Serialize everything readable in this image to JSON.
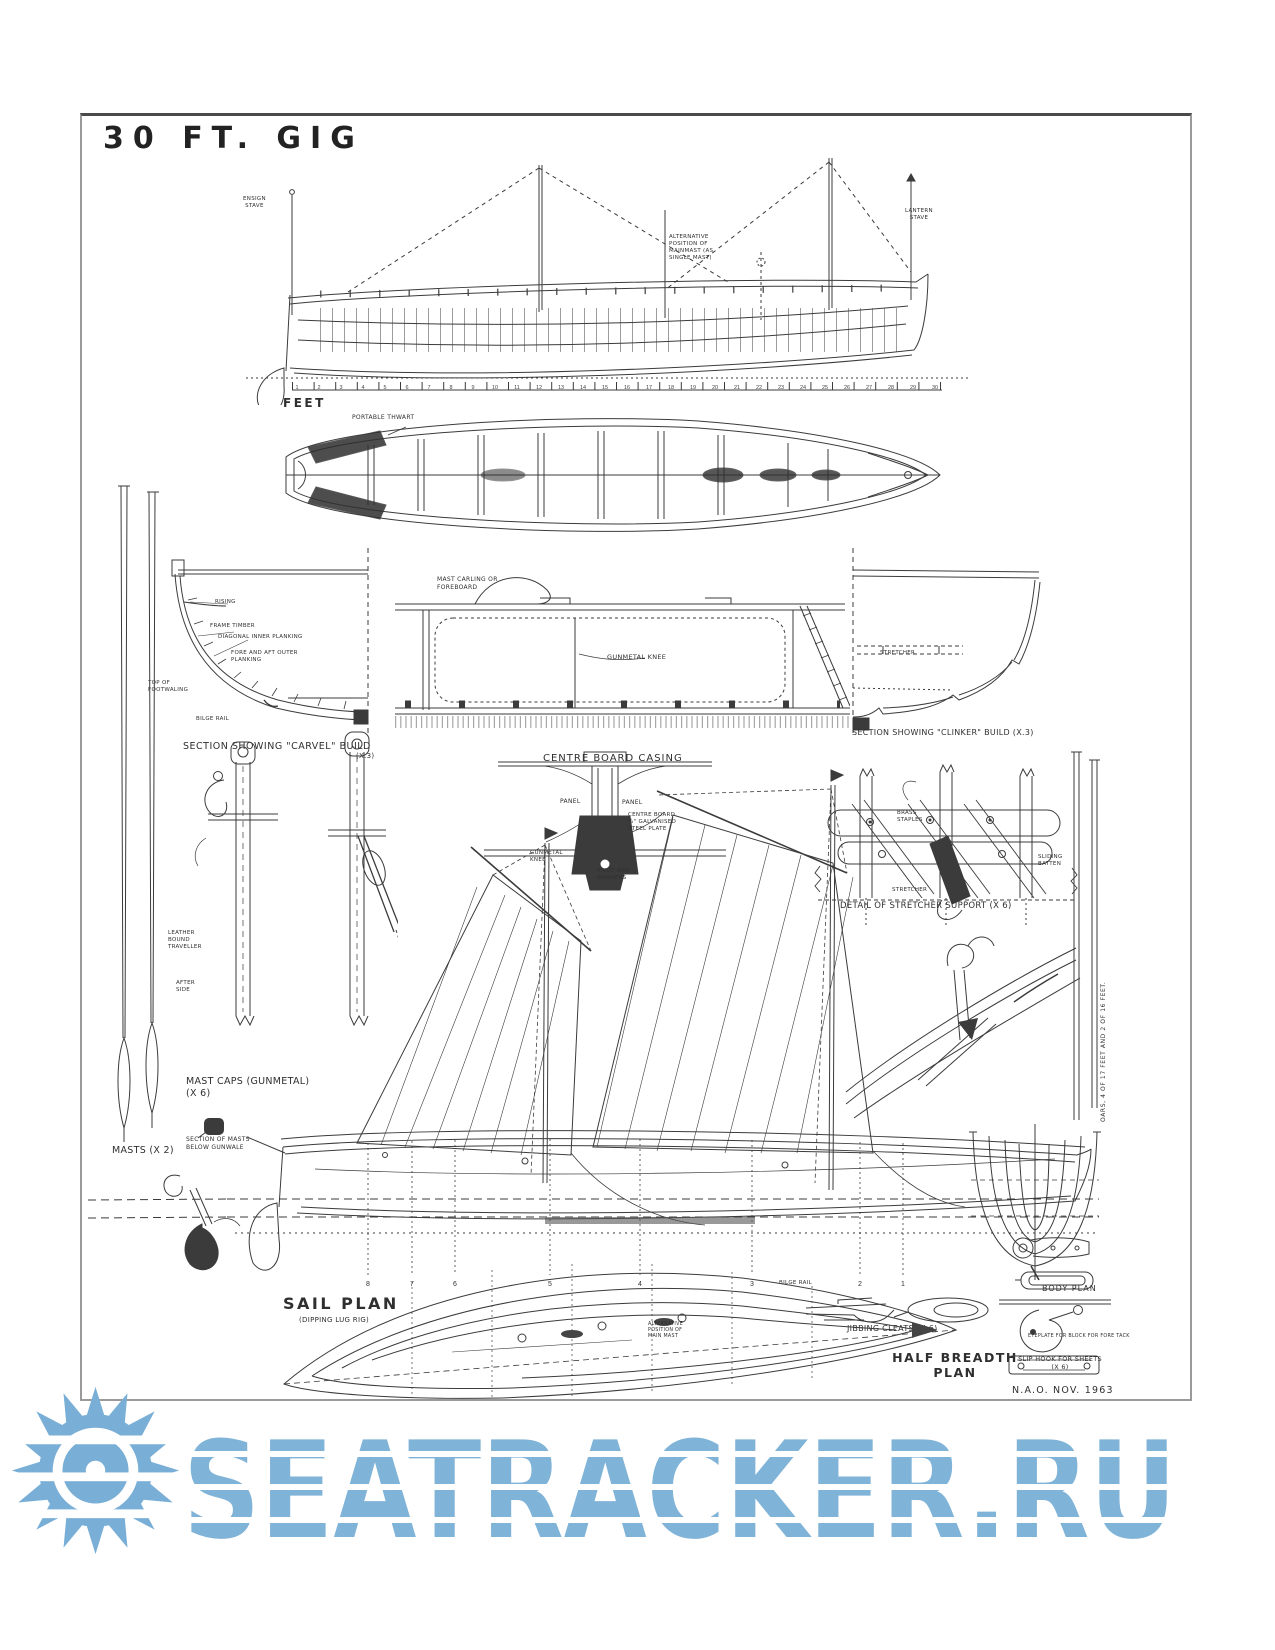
{
  "page": {
    "title": "30 FT. GIG",
    "credit": "N.A.O. NOV. 1963"
  },
  "colors": {
    "ink": "#3b3b3b",
    "watermark": "#79afd6",
    "frame": "#9a9a9a"
  },
  "profile_view": {
    "ensign_stave": "ENSIGN\nSTAVE",
    "lantern_stave": "LANTERN\nSTAVE",
    "alt_mast_note": "ALTERNATIVE\nPOSITION OF\nMAINMAST (AS\nSINGLE MAST)",
    "scale_caption": "FEET",
    "scale_ticks": [
      "1",
      "2",
      "3",
      "4",
      "5",
      "6",
      "7",
      "8",
      "9",
      "10",
      "11",
      "12",
      "13",
      "14",
      "15",
      "16",
      "17",
      "18",
      "19",
      "20",
      "21",
      "22",
      "23",
      "24",
      "25",
      "26",
      "27",
      "28",
      "29",
      "30"
    ]
  },
  "plan_view": {
    "portable_thwart": "PORTABLE THWART"
  },
  "carvel_section": {
    "rising": "RISING",
    "frame_timber": "FRAME TIMBER",
    "diagonal_planking": "DIAGONAL INNER PLANKING",
    "fore_aft_planking": "FORE AND AFT OUTER\nPLANKING",
    "top_of_footwaling": "TOP OF\nFOOTWALING",
    "bilge_rail": "BILGE RAIL",
    "title": "SECTION SHOWING \"CARVEL\" BUILD",
    "scale_note": "(X.3)"
  },
  "centre_board_casing": {
    "mast_carling": "MAST CARLING OR\nFOREBOARD",
    "gunmetal_knee": "GUNMETAL KNEE",
    "title": "CENTRE BOARD CASING"
  },
  "clinker_section": {
    "stretcher": "STRETCHER",
    "title": "SECTION SHOWING \"CLINKER\" BUILD (X.3)"
  },
  "centre_board_detail": {
    "panel_left": "PANEL",
    "panel_right": "PANEL",
    "plate": "CENTRE BOARD\n¼\" GALVANISED\nSTEEL PLATE",
    "gunmetal_knee": "GUNMETAL\nKNEE",
    "pivot": "PIVOT AND\nWASHERS"
  },
  "stretcher_detail": {
    "brass_staples": "BRASS\nSTAPLES",
    "sliding_batten": "SLIDING\nBATTEN",
    "stretcher": "STRETCHER",
    "title": "DETAIL OF STRETCHER SUPPORT (X 6)"
  },
  "mast_details": {
    "leather_traveller": "LEATHER\nBOUND\nTRAVELLER",
    "after_side": "AFTER\nSIDE",
    "mast_caps": "MAST CAPS (GUNMETAL)\n(X 6)",
    "section_of_masts": "SECTION OF MASTS\nBELOW GUNWALE",
    "masts": "MASTS (X 2)"
  },
  "sail_plan": {
    "title": "SAIL PLAN",
    "subtitle": "(DIPPING LUG RIG)",
    "bilge_rail": "BILGE RAIL",
    "stations": [
      "8",
      "7",
      "6",
      "5",
      "4",
      "3",
      "2",
      "1"
    ],
    "body_plan": "BODY PLAN"
  },
  "fittings": {
    "jibbing_cleats": "JIBBING CLEATS (X 6)",
    "eyeplate": "EYEPLATE FOR BLOCK FOR FORE TACK",
    "slip_hook": "SLIP HOOK FOR SHEETS\n(X 6)"
  },
  "half_breadth": {
    "title": "HALF BREADTH\nPLAN",
    "alt_mast_note": "ALTERNATIVE\nPOSITION OF\nMAIN MAST"
  },
  "oars_note": "OARS, 4 OF 17 FEET AND 2 OF 16 FEET.",
  "watermark": {
    "text": "SEATRACKER.RU"
  }
}
